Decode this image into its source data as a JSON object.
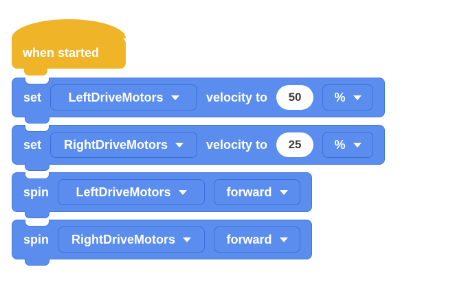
{
  "colors": {
    "hat_fill": "#F0B429",
    "block_fill": "#5B8DEF",
    "block_border": "#3D6FD6",
    "block_text": "#FFFFFF",
    "input_bg": "#FFFFFF",
    "input_text": "#3C3C3C"
  },
  "hat": {
    "label": "when started"
  },
  "blocks": [
    {
      "keyword": "set",
      "motor": "LeftDriveMotors",
      "label": "velocity to",
      "value": "50",
      "unit": "%"
    },
    {
      "keyword": "set",
      "motor": "RightDriveMotors",
      "label": "velocity to",
      "value": "25",
      "unit": "%"
    },
    {
      "keyword": "spin",
      "motor": "LeftDriveMotors",
      "direction": "forward"
    },
    {
      "keyword": "spin",
      "motor": "RightDriveMotors",
      "direction": "forward"
    }
  ]
}
